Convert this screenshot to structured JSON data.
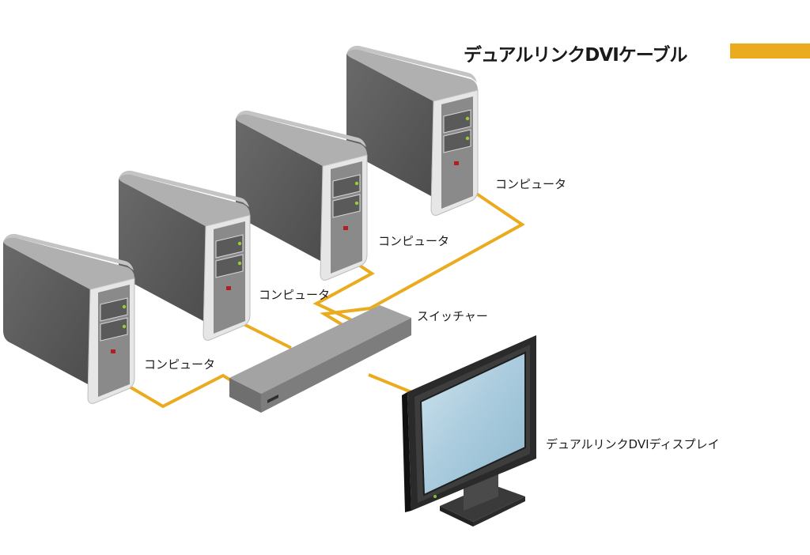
{
  "legend": {
    "title": "デュアルリンクDVIケーブル",
    "bar_color": "#eaab1e"
  },
  "colors": {
    "cable": "#eaab1e",
    "tower_front": "#5e5e5e",
    "tower_side": "#8a8a8a",
    "tower_top": "#b4b4b4",
    "bezel": "#efefef",
    "switch": "#7b7b7b",
    "screen": "#a9cbdd"
  },
  "labels": {
    "computer_1": "コンピュータ",
    "computer_2": "コンピュータ",
    "computer_3": "コンピュータ",
    "computer_4": "コンピュータ",
    "switcher": "スイッチャー",
    "display": "デュアルリンクDVIディスプレイ"
  }
}
